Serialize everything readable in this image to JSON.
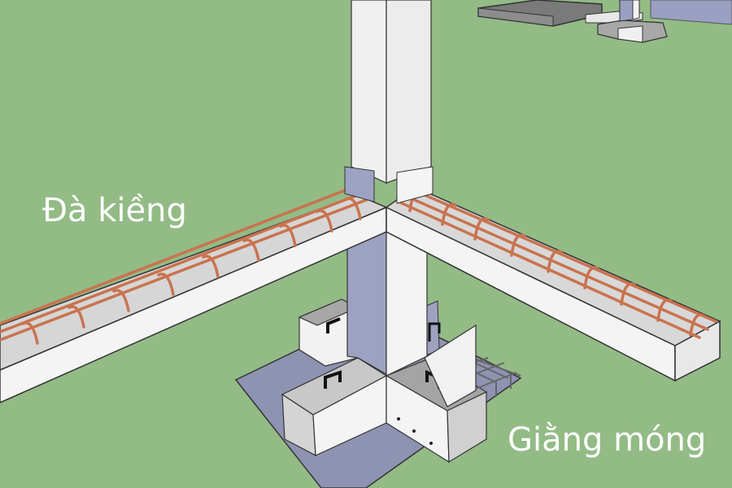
{
  "diagram": {
    "type": "3d-structural-illustration",
    "colors": {
      "background": "#93bb86",
      "concrete_light": "#f1f1f1",
      "concrete_mid": "#d9d9d9",
      "concrete_dark": "#a9a9a9",
      "shadow_blue": "#8e93b3",
      "rebar": "#c9734f",
      "outline": "#3a3a3a"
    },
    "labels": {
      "tie_beam": "Đà kiềng",
      "foundation_beam": "Giằng móng"
    }
  }
}
